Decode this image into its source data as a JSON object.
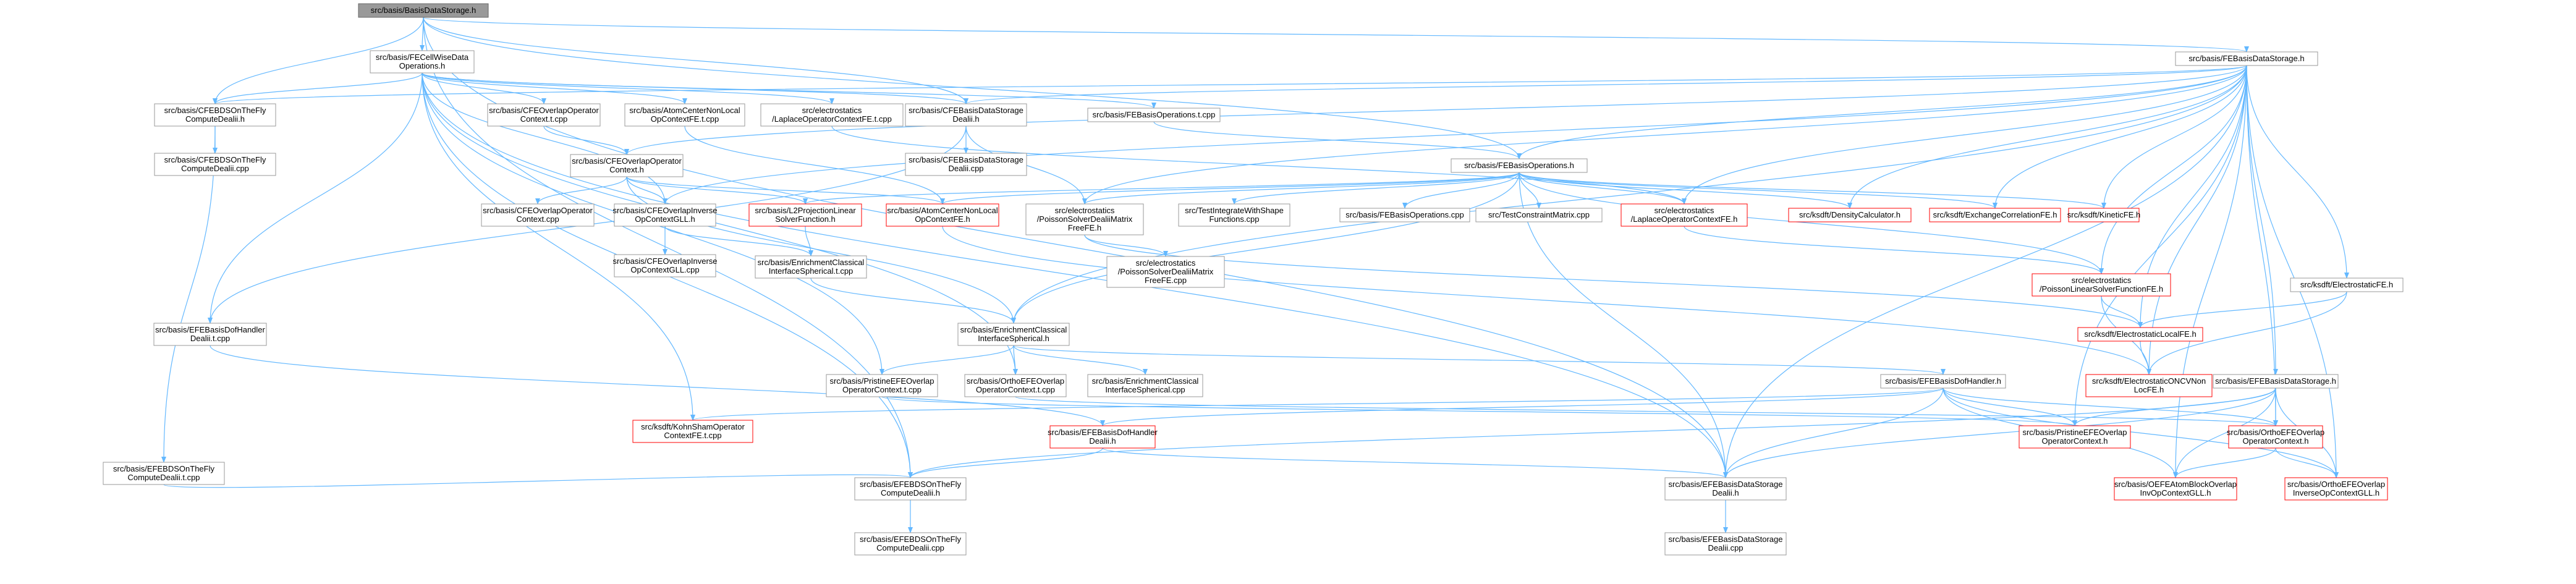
{
  "graph": {
    "type": "include-dependency-graph",
    "colors": {
      "edge": "#63b8ff",
      "node_border": "#999999",
      "node_border_highlight": "#ff0000",
      "root_fill": "#999999",
      "node_fill": "#ffffff",
      "text": "#000000"
    },
    "nodes": [
      {
        "id": "n0",
        "lines": [
          "src/basis/BasisDataStorage.h"
        ],
        "root": true
      },
      {
        "id": "n1",
        "lines": [
          "src/basis/FECellWiseData",
          "Operations.h"
        ]
      },
      {
        "id": "n2",
        "lines": [
          "src/basis/FEBasisDataStorage.h"
        ]
      },
      {
        "id": "n3",
        "lines": [
          "src/basis/CFEBDSOnTheFly",
          "ComputeDealii.h"
        ]
      },
      {
        "id": "n4",
        "lines": [
          "src/basis/CFEBDSOnTheFly",
          "ComputeDealii.cpp"
        ]
      },
      {
        "id": "n5",
        "lines": [
          "src/basis/EFEBDSOnTheFly",
          "ComputeDealii.t.cpp"
        ]
      },
      {
        "id": "n6",
        "lines": [
          "src/basis/CFEOverlapOperator",
          "Context.t.cpp"
        ]
      },
      {
        "id": "n7",
        "lines": [
          "src/basis/AtomCenterNonLocal",
          "OpContextFE.t.cpp"
        ]
      },
      {
        "id": "n8",
        "lines": [
          "src/electrostatics",
          "/LaplaceOperatorContextFE.t.cpp"
        ]
      },
      {
        "id": "n9",
        "lines": [
          "src/basis/CFEBasisDataStorage",
          "Dealii.h"
        ]
      },
      {
        "id": "n10",
        "lines": [
          "src/basis/FEBasisOperations.t.cpp"
        ]
      },
      {
        "id": "n11",
        "lines": [
          "src/basis/CFEBasisDataStorage",
          "Dealii.cpp"
        ]
      },
      {
        "id": "n12",
        "lines": [
          "src/basis/CFEOverlapOperator",
          "Context.h"
        ]
      },
      {
        "id": "n13",
        "lines": [
          "src/basis/FEBasisOperations.h"
        ]
      },
      {
        "id": "n14",
        "lines": [
          "src/basis/CFEOverlapOperator",
          "Context.cpp"
        ]
      },
      {
        "id": "n15",
        "lines": [
          "src/basis/CFEOverlapInverse",
          "OpContextGLL.h"
        ]
      },
      {
        "id": "n16",
        "lines": [
          "src/basis/L2ProjectionLinear",
          "SolverFunction.h"
        ],
        "red": true
      },
      {
        "id": "n17",
        "lines": [
          "src/basis/AtomCenterNonLocal",
          "OpContextFE.h"
        ],
        "red": true
      },
      {
        "id": "n18",
        "lines": [
          "src/electrostatics",
          "/PoissonSolverDealiiMatrix",
          "FreeFE.h"
        ]
      },
      {
        "id": "n19",
        "lines": [
          "src/TestIntegrateWithShape",
          "Functions.cpp"
        ]
      },
      {
        "id": "n20",
        "lines": [
          "src/basis/FEBasisOperations.cpp"
        ]
      },
      {
        "id": "n21",
        "lines": [
          "src/TestConstraintMatrix.cpp"
        ]
      },
      {
        "id": "n22",
        "lines": [
          "src/electrostatics",
          "/LaplaceOperatorContextFE.h"
        ],
        "red": true
      },
      {
        "id": "n23",
        "lines": [
          "src/ksdft/DensityCalculator.h"
        ],
        "red": true
      },
      {
        "id": "n24",
        "lines": [
          "src/ksdft/ExchangeCorrelationFE.h"
        ],
        "red": true
      },
      {
        "id": "n25",
        "lines": [
          "src/ksdft/KineticFE.h"
        ],
        "red": true
      },
      {
        "id": "n26",
        "lines": [
          "src/basis/CFEOverlapInverse",
          "OpContextGLL.cpp"
        ]
      },
      {
        "id": "n27",
        "lines": [
          "src/basis/EnrichmentClassical",
          "InterfaceSpherical.t.cpp"
        ]
      },
      {
        "id": "n28",
        "lines": [
          "src/electrostatics",
          "/PoissonSolverDealiiMatrix",
          "FreeFE.cpp"
        ]
      },
      {
        "id": "n29",
        "lines": [
          "src/electrostatics",
          "/PoissonLinearSolverFunctionFE.h"
        ],
        "red": true
      },
      {
        "id": "n30",
        "lines": [
          "src/ksdft/ElectrostaticFE.h"
        ]
      },
      {
        "id": "n31",
        "lines": [
          "src/basis/EFEBasisDofHandler",
          "Dealii.t.cpp"
        ]
      },
      {
        "id": "n32",
        "lines": [
          "src/basis/EnrichmentClassical",
          "InterfaceSpherical.h"
        ]
      },
      {
        "id": "n33",
        "lines": [
          "src/ksdft/ElectrostaticLocalFE.h"
        ],
        "red": true
      },
      {
        "id": "n34",
        "lines": [
          "src/basis/PristineEFEOverlap",
          "OperatorContext.t.cpp"
        ]
      },
      {
        "id": "n35",
        "lines": [
          "src/basis/OrthoEFEOverlap",
          "OperatorContext.t.cpp"
        ]
      },
      {
        "id": "n36",
        "lines": [
          "src/basis/EnrichmentClassical",
          "InterfaceSpherical.cpp"
        ]
      },
      {
        "id": "n37",
        "lines": [
          "src/ksdft/ElectrostaticONCVNon",
          "LocFE.h"
        ],
        "red": true
      },
      {
        "id": "n38",
        "lines": [
          "src/basis/EFEBasisDofHandler.h"
        ]
      },
      {
        "id": "n39",
        "lines": [
          "src/basis/EFEBasisDataStorage.h"
        ]
      },
      {
        "id": "n40",
        "lines": [
          "src/ksdft/KohnShamOperator",
          "ContextFE.t.cpp"
        ],
        "red": true
      },
      {
        "id": "n41",
        "lines": [
          "src/basis/EFEBasisDofHandler",
          "Dealii.h"
        ],
        "red": true
      },
      {
        "id": "n42",
        "lines": [
          "src/basis/PristineEFEOverlap",
          "OperatorContext.h"
        ],
        "red": true
      },
      {
        "id": "n43",
        "lines": [
          "src/basis/OrthoEFEOverlap",
          "OperatorContext.h"
        ],
        "red": true
      },
      {
        "id": "n44",
        "lines": [
          "src/basis/EFEBDSOnTheFly",
          "ComputeDealii.h"
        ]
      },
      {
        "id": "n45",
        "lines": [
          "src/basis/EFEBasisDataStorage",
          "Dealii.h"
        ]
      },
      {
        "id": "n46",
        "lines": [
          "src/basis/OEFEAtomBlockOverlap",
          "InvOpContextGLL.h"
        ],
        "red": true
      },
      {
        "id": "n47",
        "lines": [
          "src/basis/OrthoEFEOverlap",
          "InverseOpContextGLL.h"
        ],
        "red": true
      },
      {
        "id": "n48",
        "lines": [
          "src/basis/EFEBDSOnTheFly",
          "ComputeDealii.cpp"
        ]
      },
      {
        "id": "n49",
        "lines": [
          "src/basis/EFEBasisDataStorage",
          "Dealii.cpp"
        ]
      }
    ],
    "edges": [
      [
        "n0",
        "n1"
      ],
      [
        "n0",
        "n2"
      ],
      [
        "n0",
        "n3"
      ],
      [
        "n0",
        "n9"
      ],
      [
        "n0",
        "n13"
      ],
      [
        "n0",
        "n44"
      ],
      [
        "n0",
        "n45"
      ],
      [
        "n1",
        "n3"
      ],
      [
        "n1",
        "n6"
      ],
      [
        "n1",
        "n7"
      ],
      [
        "n1",
        "n8"
      ],
      [
        "n1",
        "n9"
      ],
      [
        "n1",
        "n10"
      ],
      [
        "n1",
        "n15"
      ],
      [
        "n1",
        "n31"
      ],
      [
        "n1",
        "n34"
      ],
      [
        "n1",
        "n35"
      ],
      [
        "n1",
        "n40"
      ],
      [
        "n1",
        "n44"
      ],
      [
        "n1",
        "n45"
      ],
      [
        "n2",
        "n3"
      ],
      [
        "n2",
        "n9"
      ],
      [
        "n2",
        "n12"
      ],
      [
        "n2",
        "n13"
      ],
      [
        "n2",
        "n15"
      ],
      [
        "n2",
        "n18"
      ],
      [
        "n2",
        "n22"
      ],
      [
        "n2",
        "n23"
      ],
      [
        "n2",
        "n24"
      ],
      [
        "n2",
        "n25"
      ],
      [
        "n2",
        "n29"
      ],
      [
        "n2",
        "n30"
      ],
      [
        "n2",
        "n33"
      ],
      [
        "n2",
        "n37"
      ],
      [
        "n2",
        "n39"
      ],
      [
        "n2",
        "n42"
      ],
      [
        "n2",
        "n43"
      ],
      [
        "n2",
        "n45"
      ],
      [
        "n2",
        "n46"
      ],
      [
        "n2",
        "n47"
      ],
      [
        "n2",
        "n32"
      ],
      [
        "n3",
        "n4"
      ],
      [
        "n3",
        "n5"
      ],
      [
        "n5",
        "n44"
      ],
      [
        "n6",
        "n12"
      ],
      [
        "n7",
        "n17"
      ],
      [
        "n8",
        "n22"
      ],
      [
        "n9",
        "n11"
      ],
      [
        "n9",
        "n18"
      ],
      [
        "n9",
        "n31"
      ],
      [
        "n10",
        "n13"
      ],
      [
        "n12",
        "n14"
      ],
      [
        "n12",
        "n15"
      ],
      [
        "n12",
        "n16"
      ],
      [
        "n12",
        "n17"
      ],
      [
        "n12",
        "n32"
      ],
      [
        "n13",
        "n16"
      ],
      [
        "n13",
        "n17"
      ],
      [
        "n13",
        "n18"
      ],
      [
        "n13",
        "n19"
      ],
      [
        "n13",
        "n20"
      ],
      [
        "n13",
        "n21"
      ],
      [
        "n13",
        "n22"
      ],
      [
        "n13",
        "n23"
      ],
      [
        "n13",
        "n24"
      ],
      [
        "n13",
        "n25"
      ],
      [
        "n13",
        "n29"
      ],
      [
        "n13",
        "n32"
      ],
      [
        "n13",
        "n45"
      ],
      [
        "n15",
        "n26"
      ],
      [
        "n15",
        "n27"
      ],
      [
        "n16",
        "n27"
      ],
      [
        "n17",
        "n37"
      ],
      [
        "n18",
        "n28"
      ],
      [
        "n18",
        "n33"
      ],
      [
        "n22",
        "n29"
      ],
      [
        "n27",
        "n32"
      ],
      [
        "n29",
        "n33"
      ],
      [
        "n29",
        "n37"
      ],
      [
        "n30",
        "n33"
      ],
      [
        "n30",
        "n37"
      ],
      [
        "n31",
        "n41"
      ],
      [
        "n32",
        "n34"
      ],
      [
        "n32",
        "n35"
      ],
      [
        "n32",
        "n36"
      ],
      [
        "n32",
        "n38"
      ],
      [
        "n33",
        "n37"
      ],
      [
        "n34",
        "n42"
      ],
      [
        "n35",
        "n43"
      ],
      [
        "n38",
        "n40"
      ],
      [
        "n38",
        "n41"
      ],
      [
        "n38",
        "n42"
      ],
      [
        "n38",
        "n43"
      ],
      [
        "n38",
        "n45"
      ],
      [
        "n38",
        "n46"
      ],
      [
        "n38",
        "n47"
      ],
      [
        "n39",
        "n42"
      ],
      [
        "n39",
        "n43"
      ],
      [
        "n39",
        "n44"
      ],
      [
        "n39",
        "n45"
      ],
      [
        "n39",
        "n46"
      ],
      [
        "n39",
        "n47"
      ],
      [
        "n41",
        "n44"
      ],
      [
        "n41",
        "n45"
      ],
      [
        "n43",
        "n46"
      ],
      [
        "n43",
        "n47"
      ],
      [
        "n44",
        "n48"
      ],
      [
        "n45",
        "n49"
      ]
    ]
  }
}
